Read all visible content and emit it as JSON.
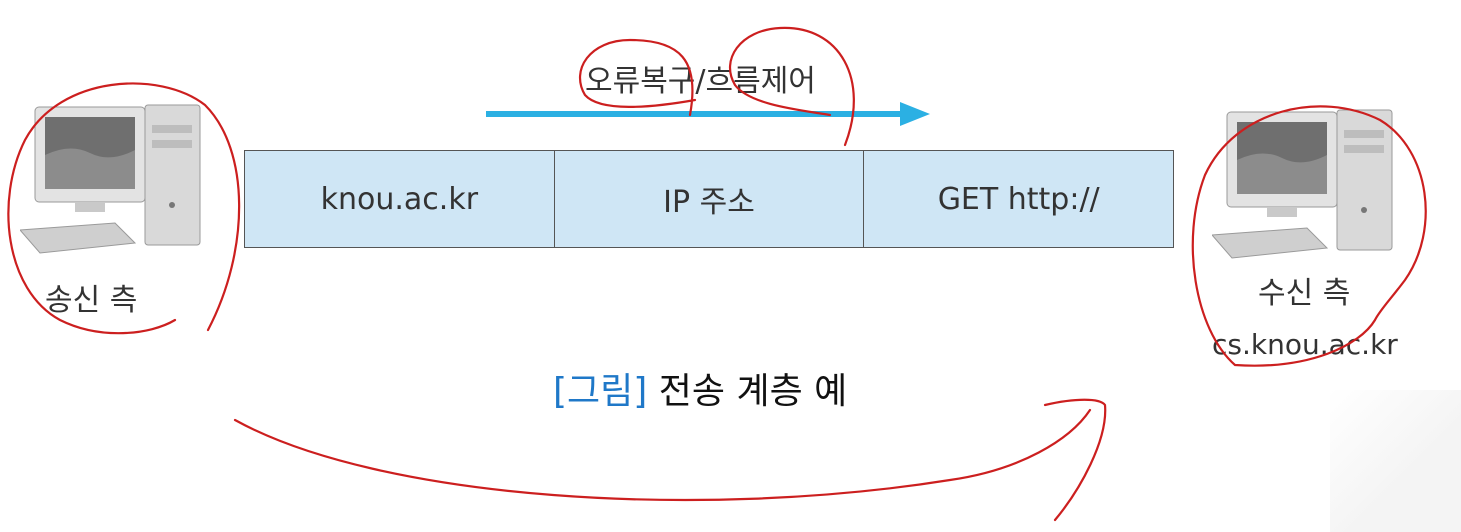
{
  "arrow_label": "오류복구/흐름제어",
  "segments": [
    "knou.ac.kr",
    "IP 주소",
    "GET http://"
  ],
  "sender": {
    "label": "송신 측"
  },
  "receiver": {
    "label": "수신 측",
    "host": "cs.knou.ac.kr"
  },
  "caption": {
    "tag": "[그림]",
    "text": "전송 계층 예"
  },
  "colors": {
    "arrow": "#2bb0e3",
    "segment_fill": "#cfe6f5",
    "caption_tag": "#1f78c8",
    "annotation": "#cc1f1f"
  },
  "icons": [
    "computer-icon"
  ]
}
